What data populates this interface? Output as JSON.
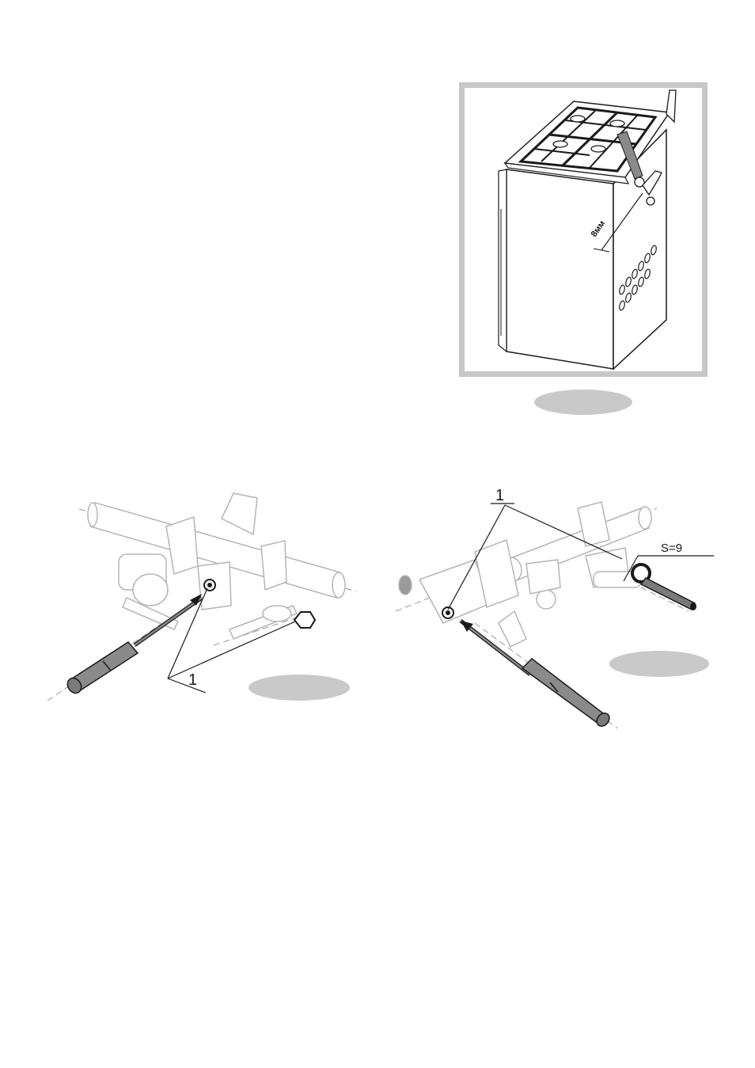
{
  "figures": {
    "top": {
      "dimension_label": "8мм"
    },
    "left": {
      "callout": "1"
    },
    "right": {
      "callout": "1",
      "wrench_label": "S=9"
    }
  },
  "colors": {
    "frame": "#c7c7c7",
    "oval": "#c9c9c9",
    "line": "#1a1a1a",
    "faded": "#b5b5b5",
    "tool": "#8a8a8a"
  }
}
